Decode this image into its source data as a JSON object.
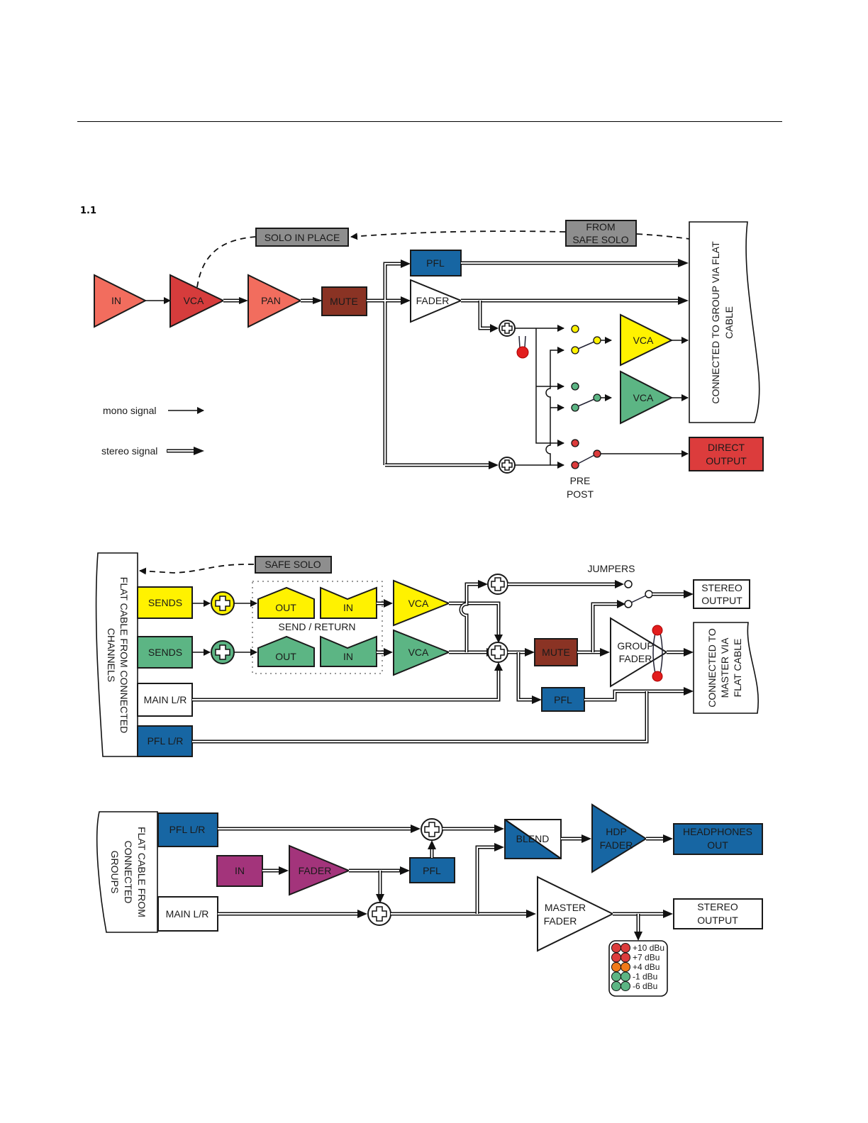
{
  "section_number": "1.1",
  "colors": {
    "red_light": "#f26d5e",
    "red_vca": "#d63c3c",
    "mute_brown": "#8a3324",
    "pfl_blue": "#1766a3",
    "yellow": "#fff200",
    "green": "#5cb584",
    "gray": "#8e8e8e",
    "direct_red": "#dc3c3c",
    "purple": "#a3347b",
    "orange": "#f07a1a"
  },
  "channel": {
    "in": "IN",
    "vca": "VCA",
    "pan": "PAN",
    "mute": "MUTE",
    "pfl": "PFL",
    "fader": "FADER",
    "solo_in_place": "SOLO IN PLACE",
    "from_safe_solo_1": "FROM",
    "from_safe_solo_2": "SAFE SOLO",
    "group_cable_1": "CONNECTED TO GROUP VIA FLAT",
    "group_cable_2": "CABLE",
    "vca_yellow": "VCA",
    "vca_green": "VCA",
    "direct_output_1": "DIRECT",
    "direct_output_2": "OUTPUT",
    "pre": "PRE",
    "post": "POST"
  },
  "legend": {
    "mono": "mono signal",
    "stereo": "stereo signal"
  },
  "group": {
    "safe_solo": "SAFE SOLO",
    "flat_cable_1": "FLAT CABLE FROM CONNECTED",
    "flat_cable_2": "CHANNELS",
    "sends_yellow": "SENDS",
    "sends_green": "SENDS",
    "main_lr": "MAIN L/R",
    "pfl_lr": "PFL L/R",
    "out_yellow": "OUT",
    "in_yellow": "IN",
    "out_green": "OUT",
    "in_green": "IN",
    "send_return": "SEND / RETURN",
    "vca_yellow": "VCA",
    "vca_green": "VCA",
    "jumpers": "JUMPERS",
    "stereo_output_1": "STEREO",
    "stereo_output_2": "OUTPUT",
    "mute": "MUTE",
    "group_fader_1": "GROUP",
    "group_fader_2": "FADER",
    "pfl": "PFL",
    "master_cable_1": "CONNECTED TO",
    "master_cable_2": "MASTER VIA",
    "master_cable_3": "FLAT CABLE"
  },
  "master": {
    "flat_cable_1": "FLAT CABLE FROM",
    "flat_cable_2": "CONNECTED",
    "flat_cable_3": "GROUPS",
    "pfl_lr": "PFL L/R",
    "main_lr": "MAIN L/R",
    "in": "IN",
    "fader": "FADER",
    "pfl": "PFL",
    "blend": "BLEND",
    "hdp_fader_1": "HDP",
    "hdp_fader_2": "FADER",
    "headphones_1": "HEADPHONES",
    "headphones_2": "OUT",
    "master_fader_1": "MASTER",
    "master_fader_2": "FADER",
    "stereo_output_1": "STEREO",
    "stereo_output_2": "OUTPUT",
    "meter_levels": [
      "+10 dBu",
      "+7 dBu",
      "+4 dBu",
      "-1 dBu",
      "-6 dBu"
    ]
  }
}
